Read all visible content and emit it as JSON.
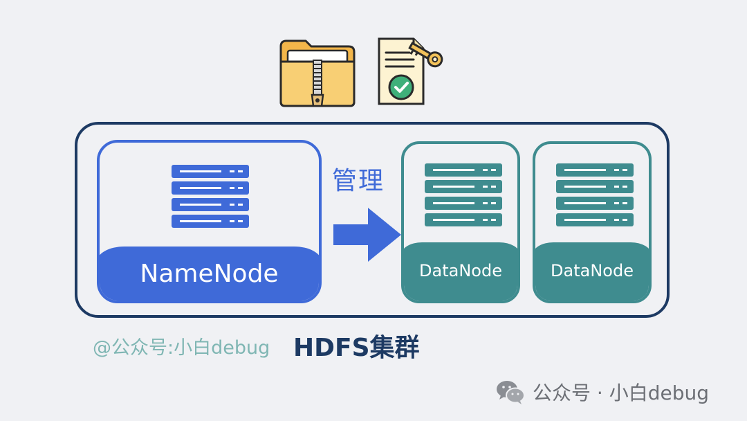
{
  "icons": {
    "zip_folder": "zip-folder-icon",
    "certificate": "certificate-key-icon",
    "server": "server-rack-icon",
    "arrow": "arrow-right-icon",
    "wechat": "wechat-icon"
  },
  "colors": {
    "background": "#f0f1f4",
    "cluster_border": "#1d3a63",
    "namenode": "#3f6ad8",
    "datanode": "#3f8c8f",
    "folder": "#f6c862",
    "handle_text": "#7fb6b3",
    "watermark": "#6c6f75"
  },
  "arrow": {
    "label": "管理"
  },
  "namenode": {
    "label": "NameNode"
  },
  "datanodes": [
    {
      "label": "DataNode"
    },
    {
      "label": "DataNode"
    }
  ],
  "footer": {
    "handle": "@公众号:小白debug",
    "cluster_title": "HDFS集群"
  },
  "watermark": {
    "text": "公众号 · 小白debug"
  }
}
